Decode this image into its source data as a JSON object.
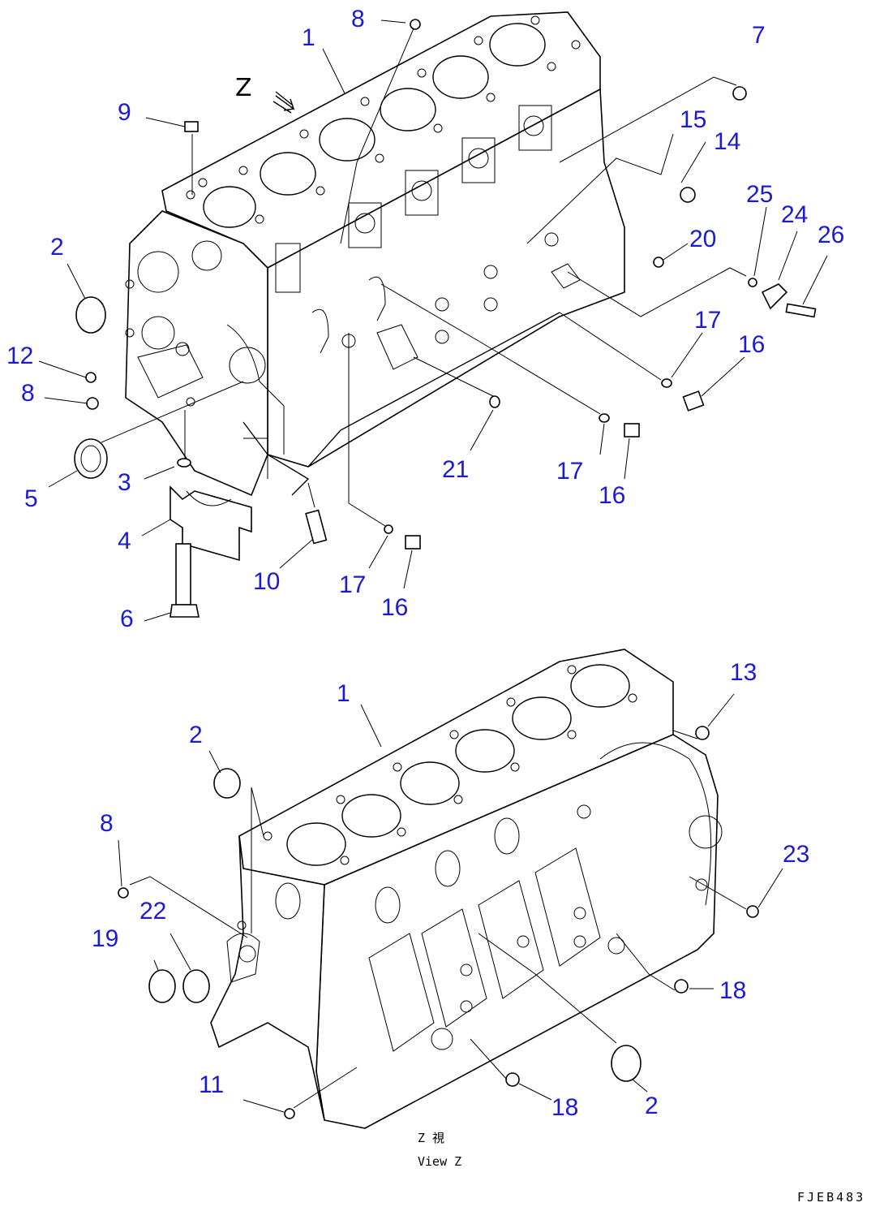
{
  "figure_code": "FJEB483",
  "view_label_top": "Z",
  "view_caption_line1": "Z 視",
  "view_caption_line2": "View Z",
  "accent_color": "#1a1ad8",
  "callouts_top": [
    "1",
    "2",
    "3",
    "4",
    "5",
    "6",
    "7",
    "8",
    "8",
    "9",
    "10",
    "12",
    "14",
    "15",
    "16",
    "16",
    "16",
    "17",
    "17",
    "17",
    "20",
    "21",
    "24",
    "25",
    "26"
  ],
  "callouts_bottom": [
    "1",
    "2",
    "2",
    "8",
    "11",
    "13",
    "18",
    "18",
    "19",
    "22",
    "23"
  ]
}
